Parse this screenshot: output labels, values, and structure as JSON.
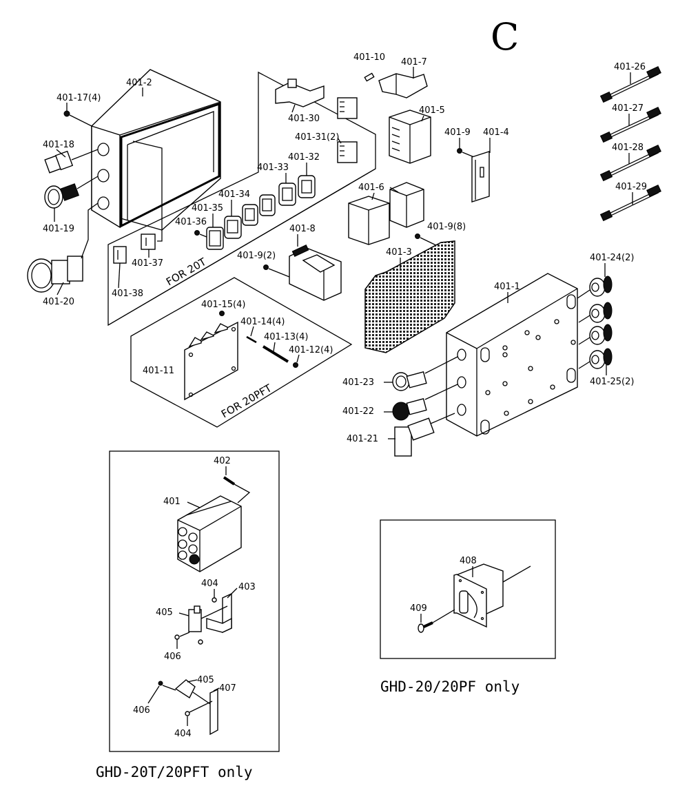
{
  "section_letter": "C",
  "groups": {
    "for_20t": "FOR 20T",
    "for_20pft": "FOR 20PFT"
  },
  "captions": {
    "ghd_20t_20pft": "GHD-20T/20PFT only",
    "ghd_20_20pf": "GHD-20/20PF only"
  },
  "labels": {
    "p401_1": "401-1",
    "p401_2": "401-2",
    "p401_3": "401-3",
    "p401_4": "401-4",
    "p401_5": "401-5",
    "p401_6": "401-6",
    "p401_7": "401-7",
    "p401_8": "401-8",
    "p401_9": "401-9",
    "p401_9_8": "401-9(8)",
    "p401_9_2": "401-9(2)",
    "p401_10": "401-10",
    "p401_11": "401-11",
    "p401_12": "401-12(4)",
    "p401_13": "401-13(4)",
    "p401_14": "401-14(4)",
    "p401_15": "401-15(4)",
    "p401_17": "401-17(4)",
    "p401_18": "401-18",
    "p401_19": "401-19",
    "p401_20": "401-20",
    "p401_21": "401-21",
    "p401_22": "401-22",
    "p401_23": "401-23",
    "p401_24": "401-24(2)",
    "p401_25": "401-25(2)",
    "p401_26": "401-26",
    "p401_27": "401-27",
    "p401_28": "401-28",
    "p401_29": "401-29",
    "p401_30": "401-30",
    "p401_31": "401-31(2)",
    "p401_32": "401-32",
    "p401_33": "401-33",
    "p401_34": "401-34",
    "p401_35": "401-35",
    "p401_36": "401-36",
    "p401_37": "401-37",
    "p401_38": "401-38",
    "p401": "401",
    "p402": "402",
    "p403": "403",
    "p404a": "404",
    "p404b": "404",
    "p405a": "405",
    "p405b": "405",
    "p406a": "406",
    "p406b": "406",
    "p407": "407",
    "p408": "408",
    "p409": "409"
  }
}
